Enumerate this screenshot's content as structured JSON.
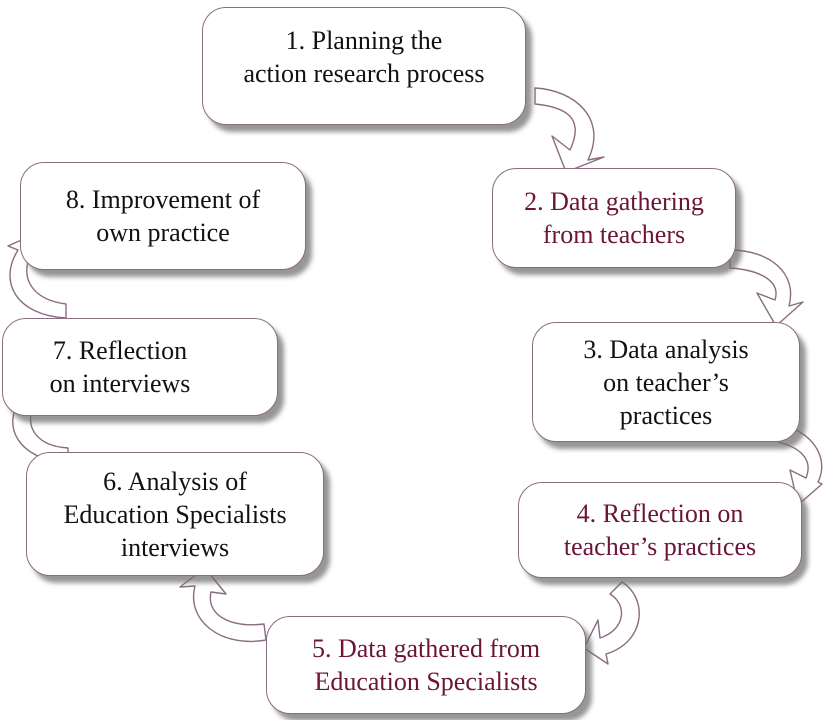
{
  "cycle": {
    "steps": [
      {
        "label": "1.    Planning the\naction research process"
      },
      {
        "label": "2. Data gathering\nfrom teachers"
      },
      {
        "label": "3. Data analysis\non teacher’s\npractices"
      },
      {
        "label": "4. Reflection on\nteacher’s practices"
      },
      {
        "label": "5. Data gathered from\nEducation Specialists"
      },
      {
        "label": "6. Analysis of\nEducation Specialists\ninterviews"
      },
      {
        "label": "7. Reflection\non interviews"
      },
      {
        "label": "8. Improvement of\nown practice"
      }
    ]
  },
  "colors": {
    "accent_text": "#6b1538",
    "body_text": "#111111",
    "outline": "#8a6c80",
    "shadow": "#6e6e6e"
  },
  "icons": {
    "connector": "curved-arrow-icon"
  }
}
